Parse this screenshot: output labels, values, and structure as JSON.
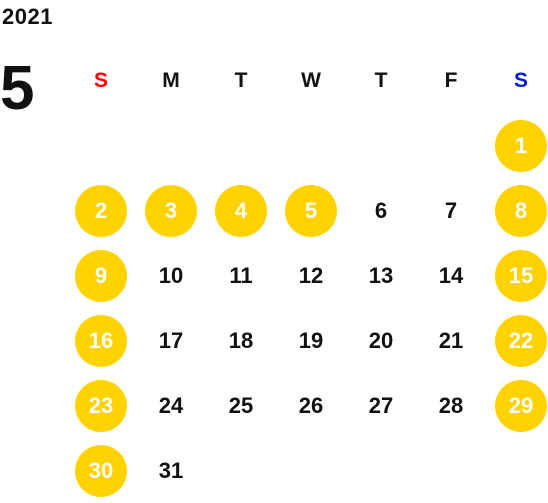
{
  "header": {
    "year": "2021",
    "month": "5"
  },
  "colors": {
    "sunday": "#ff0000",
    "saturday": "#0019d6",
    "holiday_circle": "#ffd200",
    "holiday_text": "#ffffff",
    "text": "#111111"
  },
  "weekdays": [
    "S",
    "M",
    "T",
    "W",
    "T",
    "F",
    "S"
  ],
  "weeks": [
    [
      null,
      null,
      null,
      null,
      null,
      null,
      {
        "day": "1",
        "holiday": true
      }
    ],
    [
      {
        "day": "2",
        "holiday": true
      },
      {
        "day": "3",
        "holiday": true
      },
      {
        "day": "4",
        "holiday": true
      },
      {
        "day": "5",
        "holiday": true
      },
      {
        "day": "6",
        "holiday": false
      },
      {
        "day": "7",
        "holiday": false
      },
      {
        "day": "8",
        "holiday": true
      }
    ],
    [
      {
        "day": "9",
        "holiday": true
      },
      {
        "day": "10",
        "holiday": false
      },
      {
        "day": "11",
        "holiday": false
      },
      {
        "day": "12",
        "holiday": false
      },
      {
        "day": "13",
        "holiday": false
      },
      {
        "day": "14",
        "holiday": false
      },
      {
        "day": "15",
        "holiday": true
      }
    ],
    [
      {
        "day": "16",
        "holiday": true
      },
      {
        "day": "17",
        "holiday": false
      },
      {
        "day": "18",
        "holiday": false
      },
      {
        "day": "19",
        "holiday": false
      },
      {
        "day": "20",
        "holiday": false
      },
      {
        "day": "21",
        "holiday": false
      },
      {
        "day": "22",
        "holiday": true
      }
    ],
    [
      {
        "day": "23",
        "holiday": true
      },
      {
        "day": "24",
        "holiday": false
      },
      {
        "day": "25",
        "holiday": false
      },
      {
        "day": "26",
        "holiday": false
      },
      {
        "day": "27",
        "holiday": false
      },
      {
        "day": "28",
        "holiday": false
      },
      {
        "day": "29",
        "holiday": true
      }
    ],
    [
      {
        "day": "30",
        "holiday": true
      },
      {
        "day": "31",
        "holiday": false
      },
      null,
      null,
      null,
      null,
      null
    ]
  ]
}
